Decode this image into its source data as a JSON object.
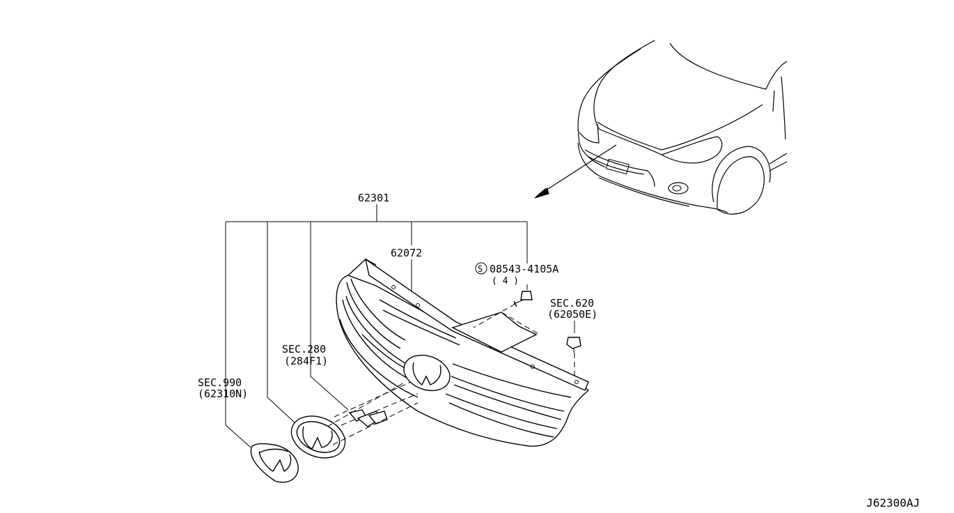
{
  "diagram": {
    "part_numbers": {
      "grille_assembly": "62301",
      "grille_molding": "62072",
      "screw_code": "08543-4105A",
      "screw_qty": "( 4 )",
      "screw_prefix_symbol": "S"
    },
    "section_refs": {
      "sec620": {
        "sec": "SEC.620",
        "ref": "(62050E)"
      },
      "sec280": {
        "sec": "SEC.280",
        "ref": "(284F1)"
      },
      "sec990": {
        "sec": "SEC.990",
        "ref": "(62310N)"
      }
    },
    "drawing_code": "J62300AJ"
  }
}
